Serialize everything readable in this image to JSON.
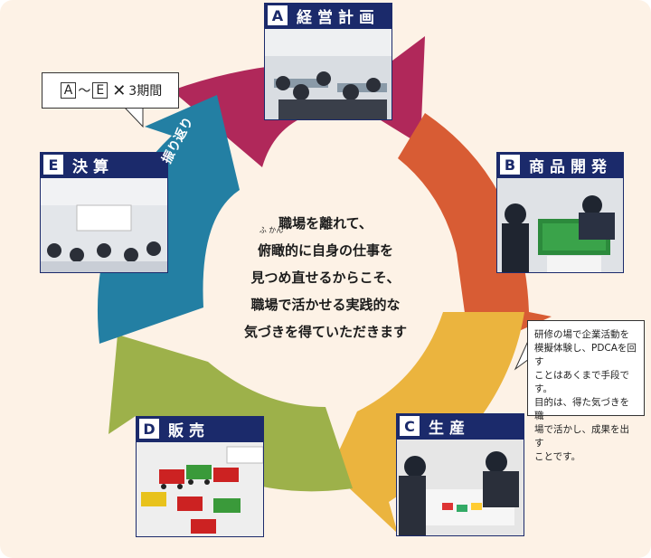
{
  "stages": [
    {
      "letter": "A",
      "name": "経営計画",
      "color": "#b0285a"
    },
    {
      "letter": "B",
      "name": "商品開発",
      "color": "#d85c34"
    },
    {
      "letter": "C",
      "name": "生産",
      "color": "#ebb43e"
    },
    {
      "letter": "D",
      "name": "販売",
      "color": "#9db14a"
    },
    {
      "letter": "E",
      "name": "決算",
      "color": "#237fa3"
    }
  ],
  "labels": {
    "reflection": "振り返り"
  },
  "center": {
    "line1": "職場を離れて、",
    "ruby_base": "俯瞰",
    "ruby_reading": "ふ かん",
    "line2_rest": "的に自身の仕事を",
    "line3": "見つめ直せるからこそ、",
    "line4": "職場で活かせる実践的な",
    "line5": "気づきを得ていただきます"
  },
  "callout_period": {
    "from": "A",
    "tilde": "〜",
    "to": "E",
    "times": "✕",
    "text": "3期間"
  },
  "note": [
    "研修の場で企業活動を",
    "模擬体験し、PDCAを回す",
    "ことはあくまで手段です。",
    "目的は、得た気づきを職",
    "場で活かし、成果を出す",
    "ことです。"
  ],
  "colors": {
    "header": "#1b2a6b",
    "background": "#fdf2e6"
  }
}
